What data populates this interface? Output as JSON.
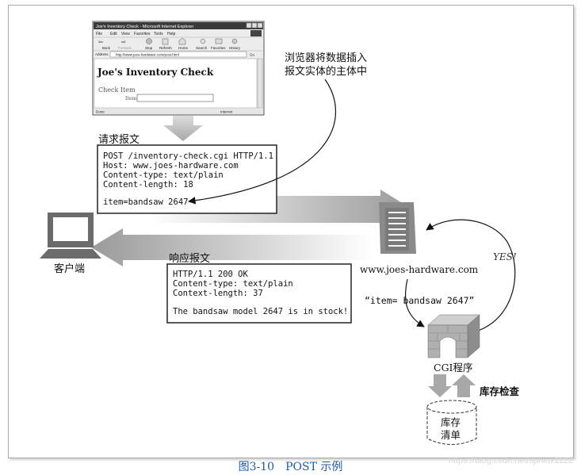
{
  "browser": {
    "title": "Joe's Inventory Check - Microsoft Internet Explorer",
    "menu": [
      "File",
      "Edit",
      "View",
      "Favorites",
      "Tools",
      "Help"
    ],
    "toolbar": [
      "Back",
      "Forward",
      "Stop",
      "Refresh",
      "Home",
      "Search",
      "Favorites",
      "History"
    ],
    "address_label": "Address",
    "address_value": "http://www.joes-hardware.com/post.html",
    "go_label": "Go",
    "page_heading": "Joe's Inventory Check",
    "section_label": "Check Item",
    "item_label": "Item:",
    "status_left": "Done",
    "status_right": "Internet"
  },
  "annotation": {
    "line1": "浏览器将数据插入",
    "line2": "报文实体的主体中"
  },
  "request": {
    "label": "请求报文",
    "lines": [
      "POST /inventory-check.cgi HTTP/1.1",
      "Host: www.joes-hardware.com",
      "Content-type: text/plain",
      "Content-length: 18",
      "",
      "item=bandsaw 2647"
    ]
  },
  "response": {
    "label": "响应报文",
    "lines": [
      "HTTP/1.1 200 OK",
      "Content-type: text/plain",
      "Context-length: 37",
      "",
      "The bandsaw model 2647 is in stock!"
    ]
  },
  "client_label": "客户端",
  "server_label": "www.joes-hardware.com",
  "yes_label": "YES!",
  "cgi_param": "“item= bandsaw 2647”",
  "cgi_label": "CGI程序",
  "stock_check_label": "库存检查",
  "inventory": {
    "line1": "库存",
    "line2": "清单"
  },
  "caption": "图3-10　POST 示例",
  "watermark": "https://blog.csdn.net/sphinx1122"
}
